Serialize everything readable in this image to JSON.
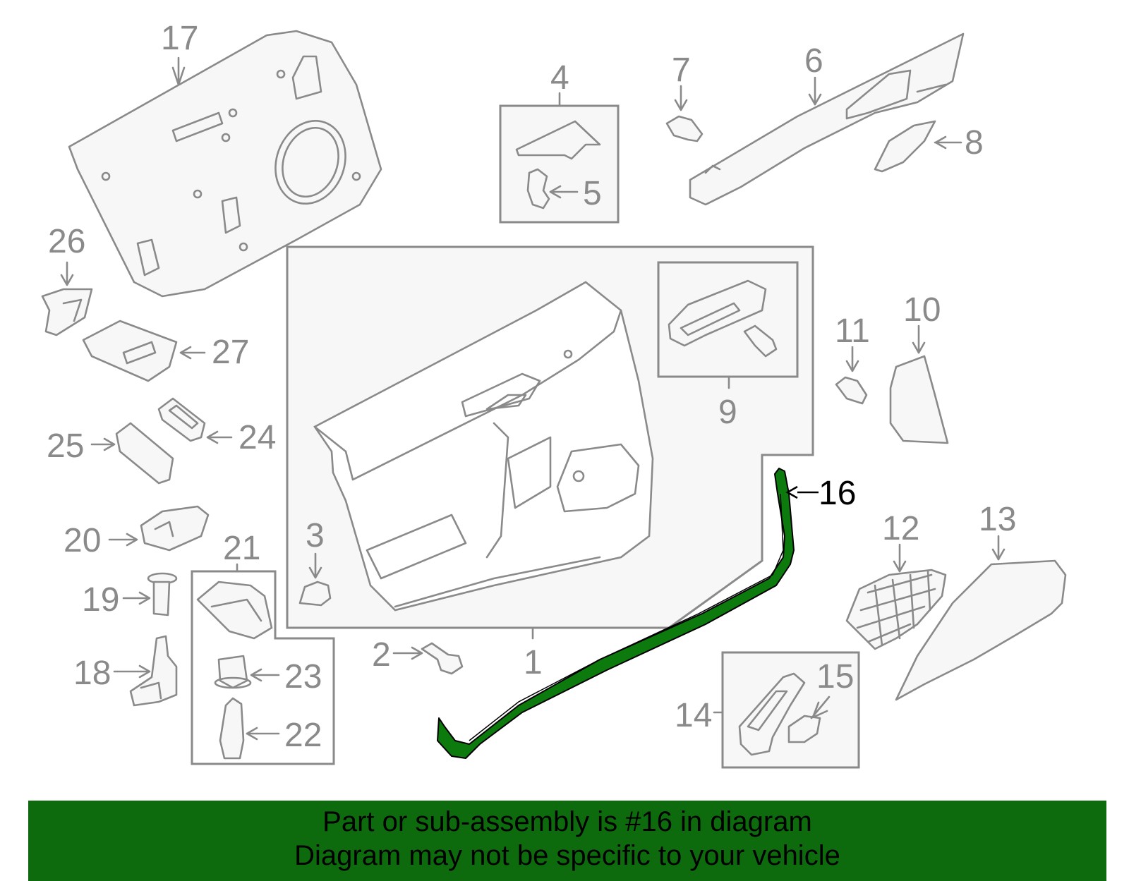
{
  "callouts": {
    "c1": "1",
    "c2": "2",
    "c3": "3",
    "c4": "4",
    "c5": "5",
    "c6": "6",
    "c7": "7",
    "c8": "8",
    "c9": "9",
    "c10": "10",
    "c11": "11",
    "c12": "12",
    "c13": "13",
    "c14": "14",
    "c15": "15",
    "c16": "16",
    "c17": "17",
    "c18": "18",
    "c19": "19",
    "c20": "20",
    "c21": "21",
    "c22": "22",
    "c23": "23",
    "c24": "24",
    "c25": "25",
    "c26": "26",
    "c27": "27"
  },
  "highlighted_part": "16",
  "colors": {
    "highlight": "#0d7a0d",
    "banner": "#0d6b0d",
    "line": "#8a8a8a"
  },
  "banner": {
    "line1": "Part or sub-assembly is #16 in diagram",
    "line2": "Diagram may not be specific to your vehicle"
  }
}
